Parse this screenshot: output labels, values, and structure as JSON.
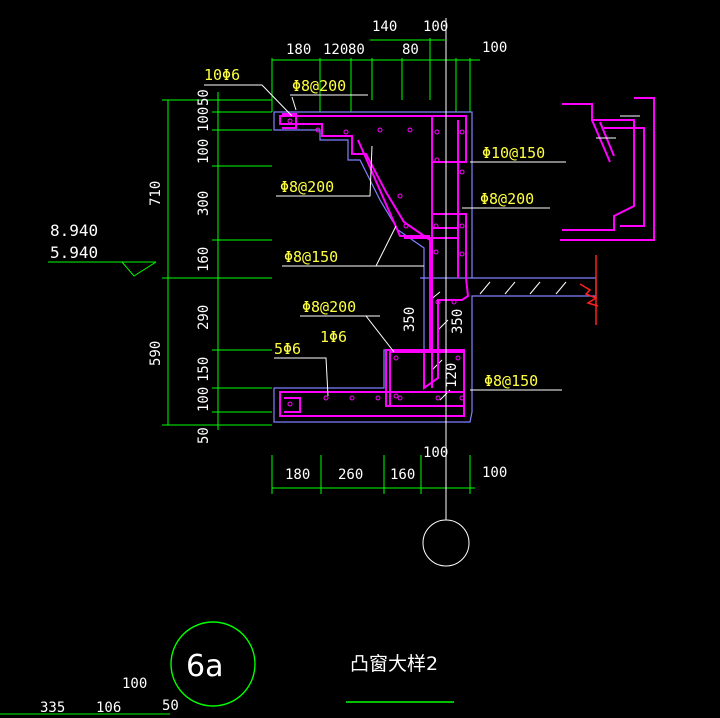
{
  "dims": {
    "top_row1": [
      "140",
      "100"
    ],
    "top_row2": [
      "180",
      "120",
      "80",
      "80",
      "100"
    ],
    "left_small": [
      "50",
      "100",
      "100",
      "300",
      "160",
      "290",
      "150",
      "100",
      "50"
    ],
    "left_big": [
      "710",
      "590"
    ],
    "bottom": [
      "180",
      "260",
      "160",
      "100",
      "100"
    ],
    "bottom_left": [
      "335",
      "106",
      "100",
      "50"
    ],
    "section_350a": "350",
    "section_350b": "350",
    "section_120": "120"
  },
  "rebar_labels": {
    "top_bars": "10Φ6",
    "stirrup_top": "Φ8@200",
    "r_phi10": "Φ10@150",
    "left_mid": "Φ8@200",
    "right_mid": "Φ8@200",
    "left_low": "Φ8@150",
    "beam_stirrup": "Φ8@200",
    "beam_bar": "1Φ6",
    "bottom_bars": "5Φ6",
    "right_low": "Φ8@150"
  },
  "elevations": {
    "upper": "8.940",
    "lower": "5.940"
  },
  "detail": {
    "number": "6a",
    "title": "凸窗大样2"
  },
  "colors": {
    "dimension": "#00ff00",
    "rebar": "#ff00ff",
    "outline": "#8080ff",
    "label": "#ffff40",
    "break": "#ff2020"
  }
}
